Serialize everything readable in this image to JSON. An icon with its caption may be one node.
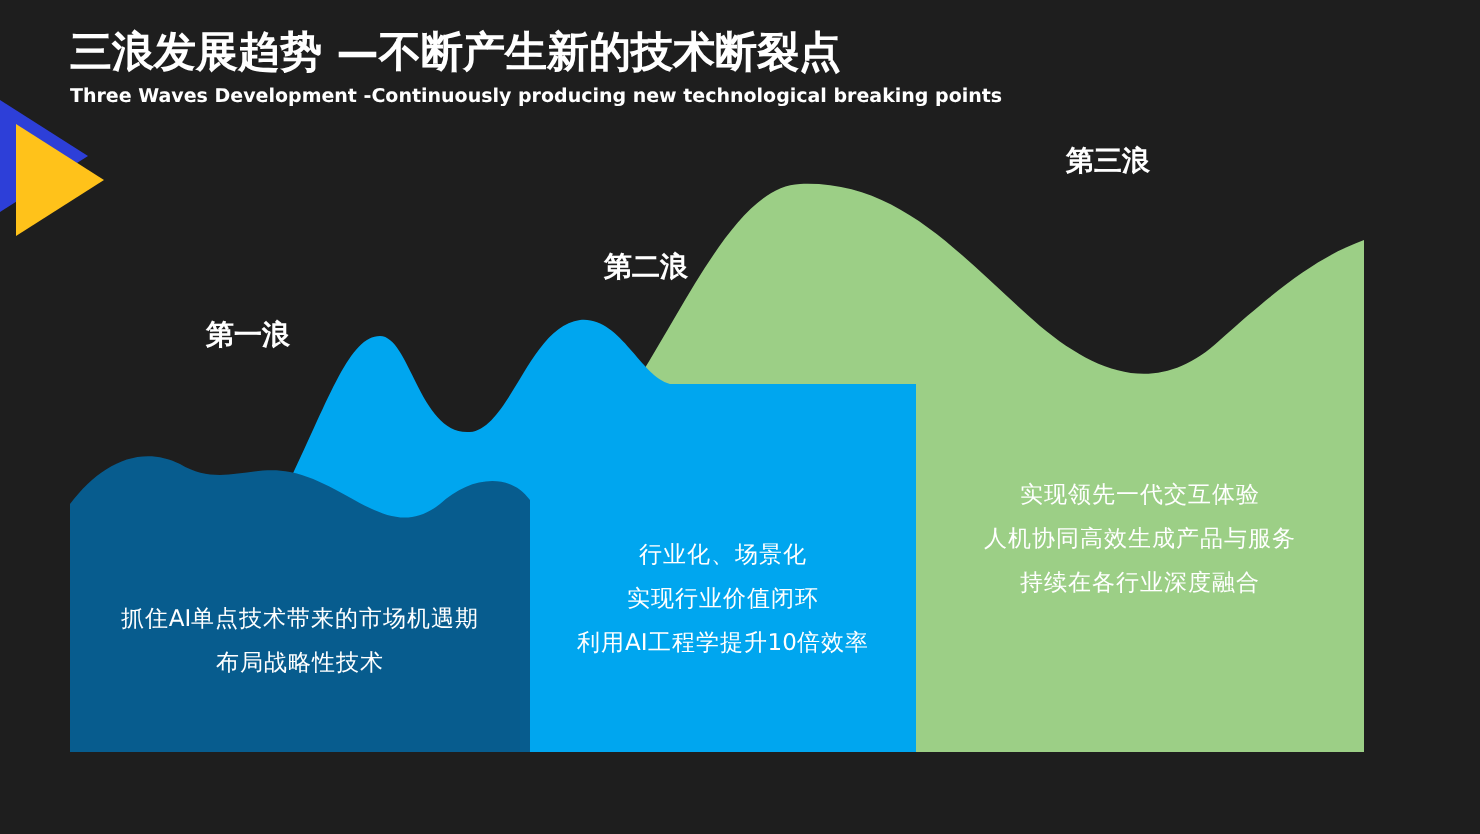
{
  "diagram": {
    "title": "三浪发展趋势 —不断产生新的技术断裂点",
    "caption": "Three Waves Development -Continuously producing new technological breaking points",
    "nodes": [
      {
        "text": [
          "抓住AI单点技术带来的市场机遇期",
          "布局战略性技术"
        ]
      },
      {
        "text": [
          "行业化、场景化",
          "实现行业价值闭环",
          "利用AI工程学提升10倍效率"
        ]
      },
      {
        "text": [
          "实现领先一代交互体验",
          "人机协同高效生成产品与服务",
          "持续在各行业深度融合"
        ]
      }
    ],
    "labels": [
      "第三浪",
      "第二浪",
      "第一浪"
    ]
  }
}
